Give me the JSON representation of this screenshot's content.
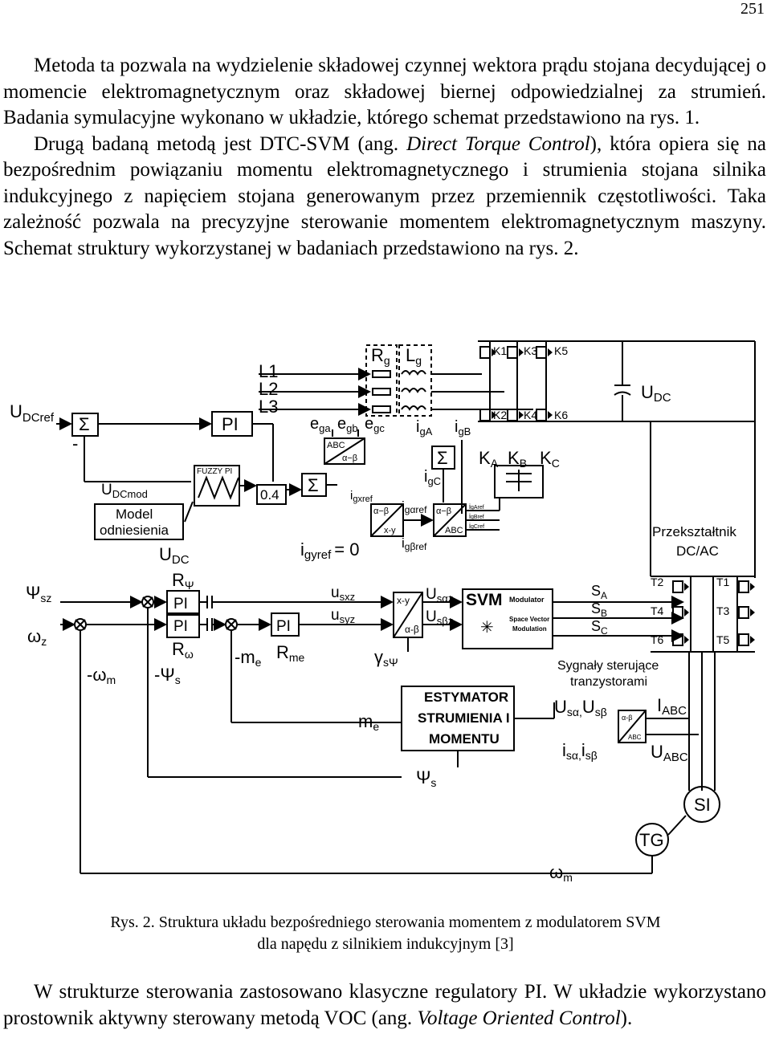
{
  "page_number": "251",
  "paragraph1": {
    "text": "Metoda ta pozwala na wydzielenie składowej czynnej wektora prądu stojana decydującej o momencie elektromagnetycznym oraz składowej biernej odpowiedzialnej za strumień. Badania symulacyjne wykonano w układzie, którego schemat przedstawiono na rys. 1."
  },
  "paragraph2": {
    "before": "Drugą badaną metodą jest DTC-SVM (ang. ",
    "italic": "Direct Torque Control",
    "after": "), która opiera się na bezpośrednim powiązaniu momentu elektromagnetycznego i strumienia stojana silnika indukcyjnego z napięciem stojana generowanym przez przemiennik częstotliwości. Taka zależność pozwala na precyzyjne sterowanie momentem elektromagnetycznym maszyny. Schemat struktury wykorzystanej w badaniach przedstawiono na rys. 2."
  },
  "figure": {
    "caption_line1": "Rys. 2. Struktura układu bezpośredniego sterowania momentem z modulatorem SVM",
    "caption_line2": "dla napędu z silnikiem indukcyjnym [3]",
    "labels": {
      "udcref_main": "U",
      "udcref_sub": "DCref",
      "sigma": "Σ",
      "minus": "-",
      "pi": "PI",
      "l1": "L1",
      "l2": "L2",
      "l3": "L3",
      "rg_main": "R",
      "rg_sub": "g",
      "lg_main": "L",
      "lg_sub": "g",
      "ega_main": "e",
      "ega_sub": "ga",
      "egb_main": "e",
      "egb_sub": "gb",
      "egc_main": "e",
      "egc_sub": "gc",
      "iga_main": "i",
      "iga_sub": "gA",
      "igb_main": "i",
      "igb_sub": "gB",
      "igc_main": "i",
      "igc_sub": "gC",
      "k1": "K1",
      "k2": "K2",
      "k3": "K3",
      "k4": "K4",
      "k5": "K5",
      "k6": "K6",
      "udc_main": "U",
      "udc_sub": "DC",
      "ka_main": "K",
      "ka_sub": "A",
      "kb_main": "K",
      "kb_sub": "B",
      "kc_main": "K",
      "kc_sub": "C",
      "fuzzy_pi": "FUZZY PI",
      "udcmod_main": "U",
      "udcmod_sub": "DCmod",
      "model_line1": "Model",
      "model_line2": "odniesienia",
      "gain": "0.4",
      "abc": "ABC",
      "alpha_beta": "α−β",
      "alpha_beta_dash": "α-β",
      "xy": "x-y",
      "xy_minus": "x-y",
      "igxref_main": "i",
      "igxref_sub": "gxref",
      "igaref_main": "i",
      "igaref_sub": "gαref",
      "igbref_main": "i",
      "igbref_sub": "gβref",
      "igyref_main": "i",
      "igyref_sub": "gyref",
      "igyref_value": "= 0",
      "isaref": "i",
      "isaref_sub": "gAref",
      "isbref": "i",
      "isbref_sub": "gBref",
      "iscref": "i",
      "iscref_sub": "gCref",
      "przeksztaltnik_line1": "Przekształtnik",
      "przeksztaltnik_line2": "DC/AC",
      "t1": "T1",
      "t2": "T2",
      "t3": "T3",
      "t4": "T4",
      "t5": "T5",
      "t6": "T6",
      "psisz_main": "Ψ",
      "psisz_sub": "sz",
      "omegaz_main": "ω",
      "omegaz_sub": "z",
      "rpsi_main": "R",
      "rpsi_sub": "Ψ",
      "romega_main": "R",
      "romega_sub": "ω",
      "rme_main": "R",
      "rme_sub": "me",
      "neg_me_main": "-m",
      "neg_me_sub": "e",
      "neg_omegam_main": "-ω",
      "neg_omegam_sub": "m",
      "neg_psis_main": "-Ψ",
      "neg_psis_sub": "s",
      "usxz_main": "u",
      "usxz_sub": "sxz",
      "usyz_main": "u",
      "usyz_sub": "syz",
      "usaz_main": "U",
      "usaz_sub": "sαz",
      "usbz_main": "U",
      "usbz_sub": "sβz",
      "gamma_main": "γ",
      "gamma_sub": "sΨ",
      "svm": "SVM",
      "modulator": "Modulator",
      "svm_line1": "Space Vector",
      "svm_line2": "Modulation",
      "sa_main": "S",
      "sa_sub": "A",
      "sb_main": "S",
      "sb_sub": "B",
      "sc_main": "S",
      "sc_sub": "C",
      "signals_line1": "Sygnały sterujące",
      "signals_line2": "tranzystorami",
      "est_line1": "ESTYMATOR",
      "est_line2": "STRUMIENIA I",
      "est_line3": "MOMENTU",
      "me_main": "m",
      "me_sub": "e",
      "psis_main": "Ψ",
      "psis_sub": "s",
      "usab": "U",
      "usab_sub1": "sα,",
      "usab_sub2": "sβ",
      "isab": "i",
      "isab_sub1": "sα,",
      "isab_sub2": "sβ",
      "iabc_main": "I",
      "iabc_sub": "ABC",
      "uabc_main": "U",
      "uabc_sub": "ABC",
      "si": "SI",
      "tg": "TG",
      "omegam_main": "ω",
      "omegam_sub": "m",
      "udc_bottom_main": "U",
      "udc_bottom_sub": "DC"
    }
  },
  "paragraph3": {
    "before": "W strukturze sterowania zastosowano klasyczne regulatory PI. W układzie wykorzystano prostownik aktywny sterowany metodą VOC (ang. ",
    "italic": "Voltage Oriented Control",
    "after": ")."
  }
}
